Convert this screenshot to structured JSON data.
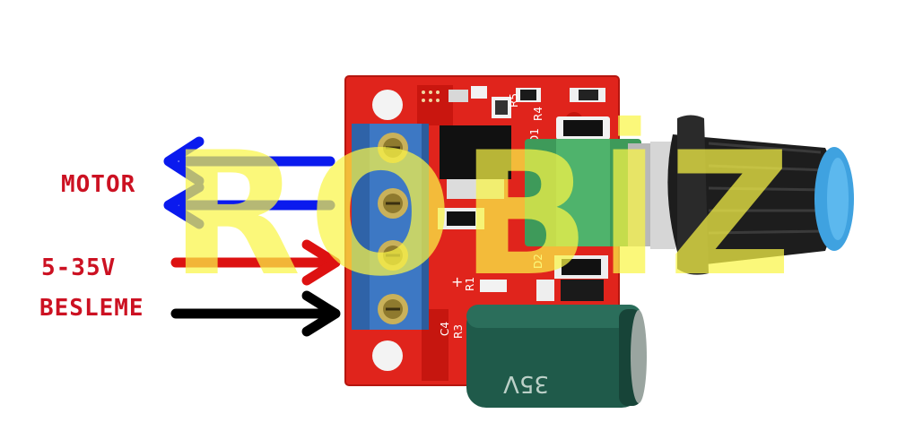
{
  "labels": {
    "motor": "MOTOR",
    "voltage": "5-35V",
    "supply": "BESLEME"
  },
  "board": {
    "silkscreen": [
      "D1",
      "R4",
      "R5",
      "D2",
      "R1",
      "C4",
      "R3",
      "+"
    ],
    "capacitor_marking": "35V"
  },
  "watermark": "ROBİZ",
  "arrows": [
    {
      "name": "motor-out-1",
      "direction": "left",
      "color": "#0a1aee"
    },
    {
      "name": "motor-out-2",
      "direction": "left",
      "color": "#0a1aee"
    },
    {
      "name": "supply-positive",
      "direction": "right",
      "color": "#dd1111"
    },
    {
      "name": "supply-negative",
      "direction": "right",
      "color": "#000000"
    }
  ],
  "colors": {
    "label_text": "#cc1122",
    "pcb": "#e0241c",
    "terminal_block": "#3d78c4",
    "potentiometer": "#3e9a5a",
    "knob": "#1d1d1d",
    "knob_cap": "#3fa2e0",
    "capacitor": "#1f5a4a",
    "watermark": "#faf546"
  }
}
